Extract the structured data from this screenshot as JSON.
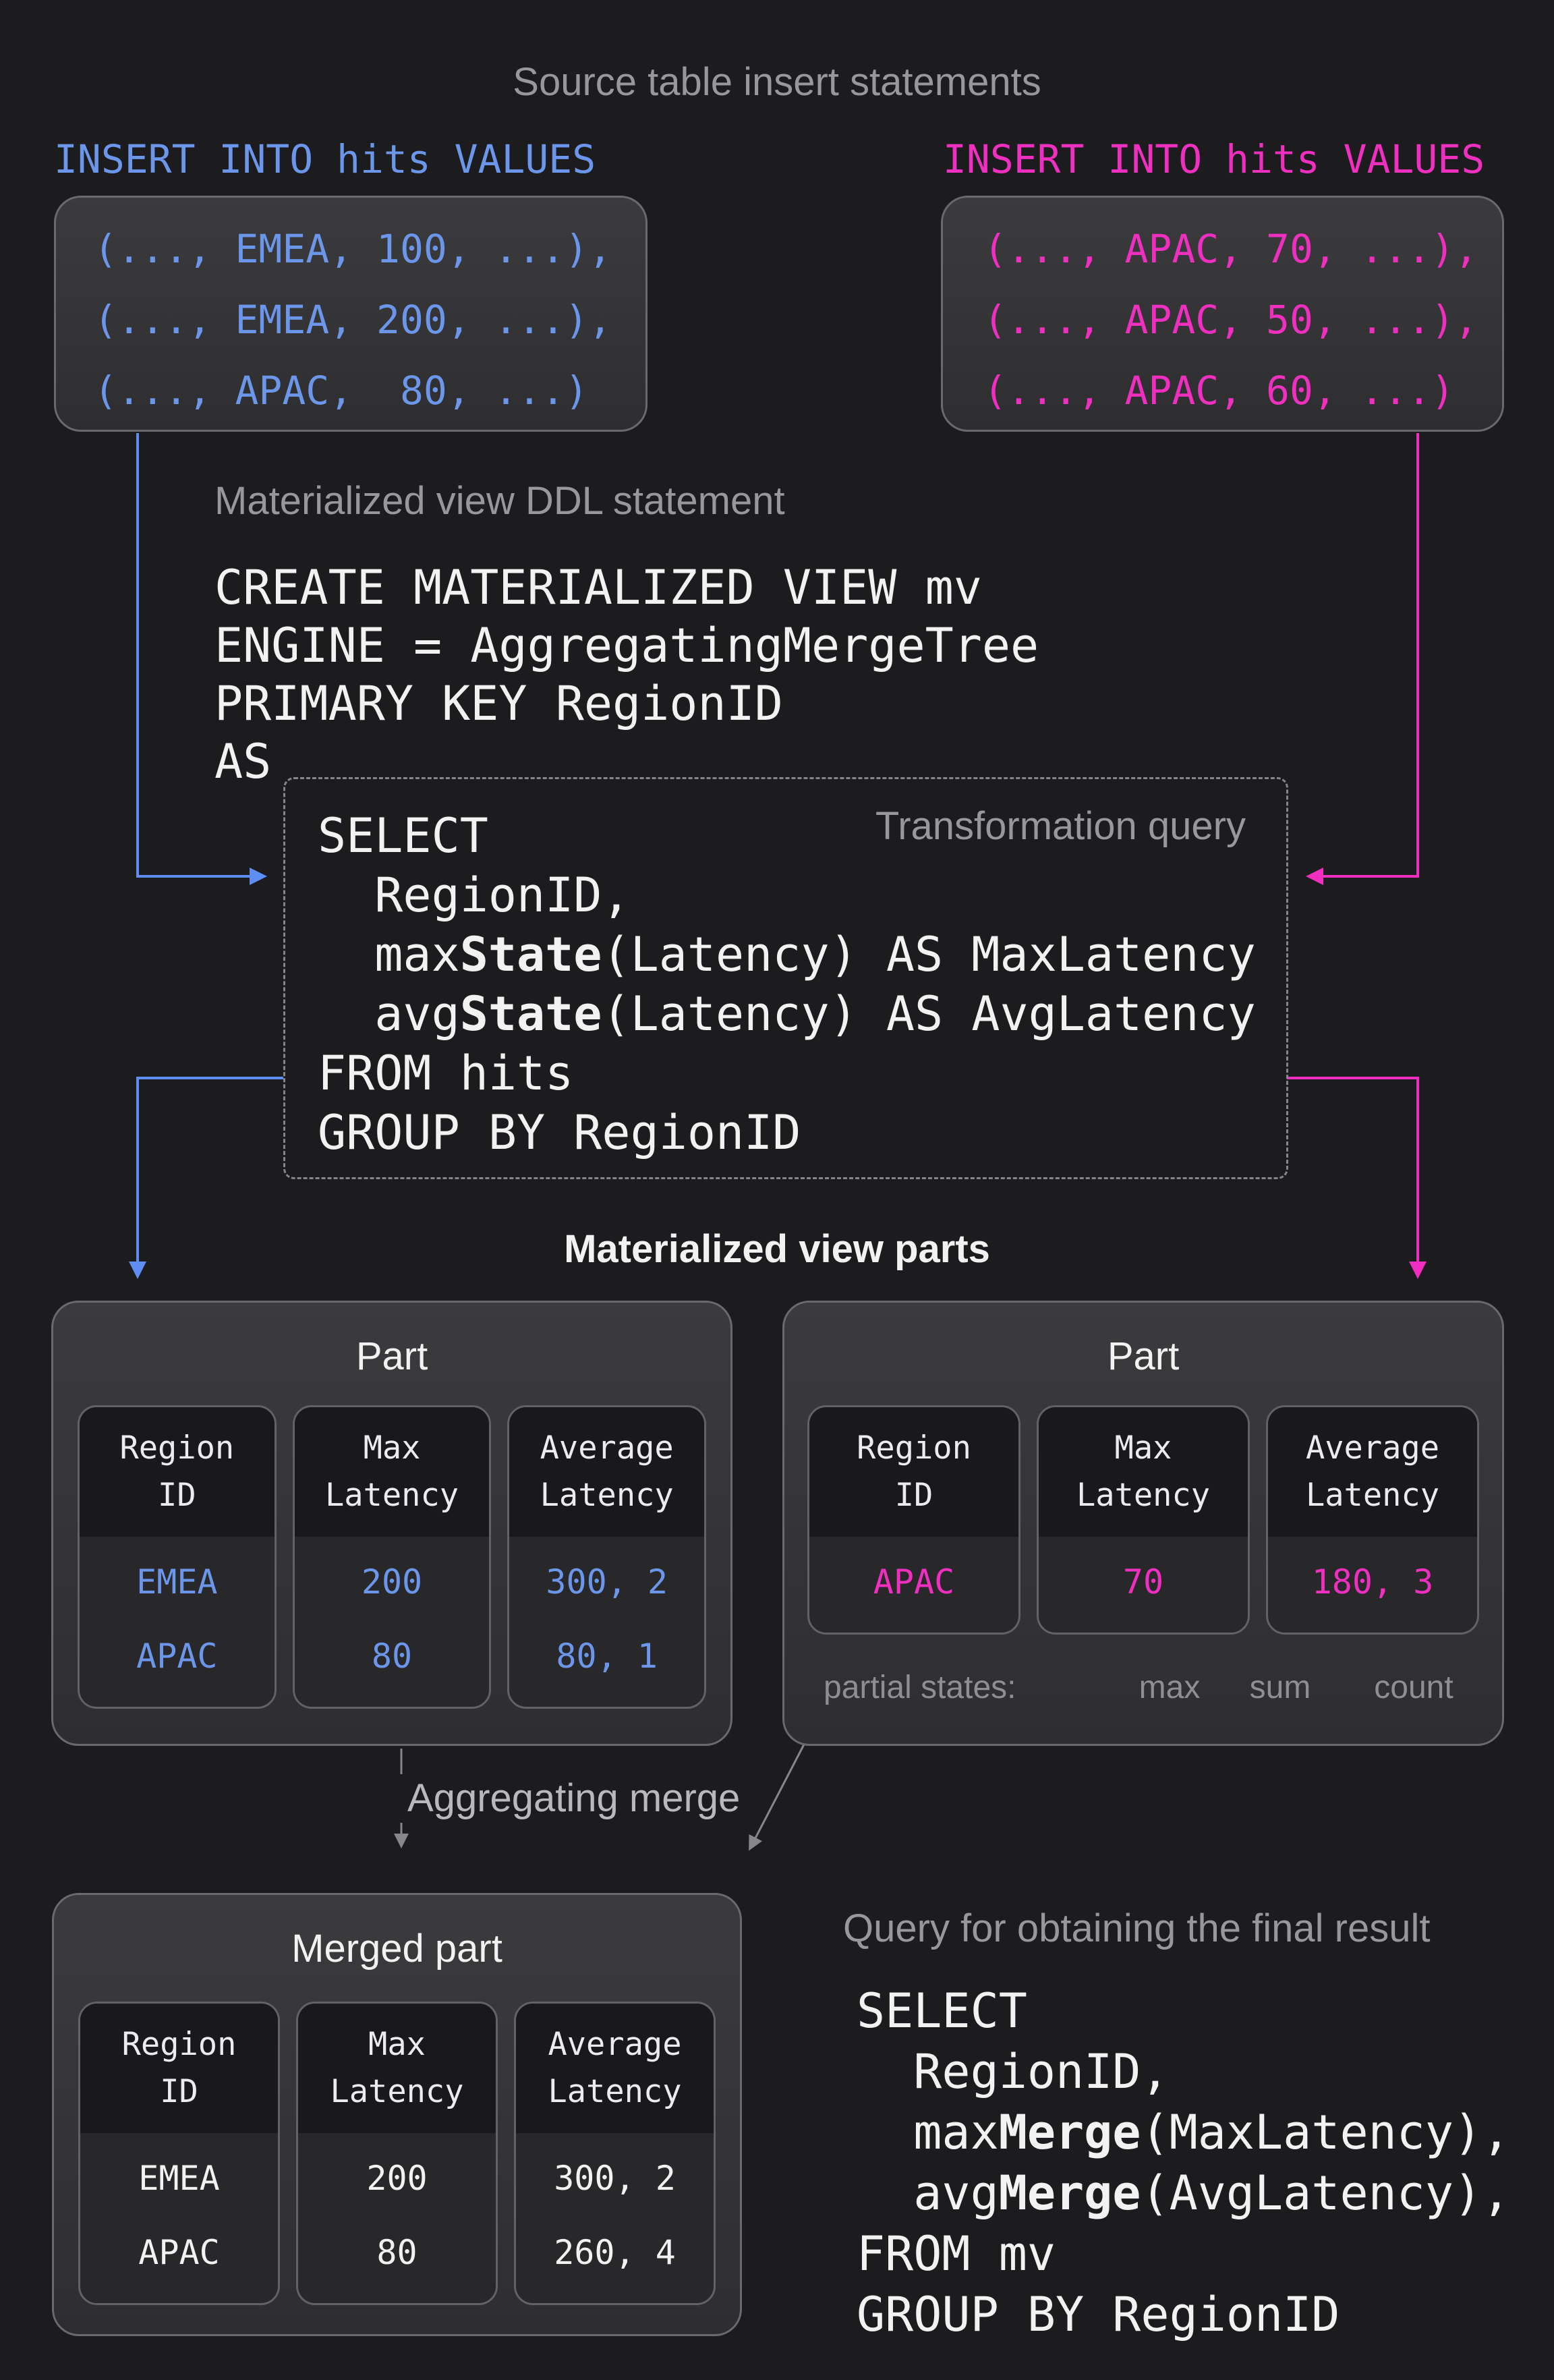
{
  "colors": {
    "background": "#1c1c1e",
    "panel_gray": "#3a3a3c",
    "accent_blue": "#6b96ea",
    "accent_magenta": "#ee2fbf",
    "muted_gray_text": "#97979c",
    "white_text": "#f2f2f3"
  },
  "header": {
    "title": "Source table insert statements"
  },
  "insert_left": {
    "label": "INSERT INTO hits VALUES",
    "rows": [
      "(..., EMEA, 100, ...),",
      "(..., EMEA, 200, ...),",
      "(..., APAC,  80, ...)"
    ]
  },
  "insert_right": {
    "label": "INSERT INTO hits VALUES",
    "rows": [
      "(..., APAC, 70, ...),",
      "(..., APAC, 50, ...),",
      "(..., APAC, 60, ...)"
    ]
  },
  "ddl": {
    "title": "Materialized view DDL statement",
    "lines": [
      "CREATE MATERIALIZED VIEW mv",
      "ENGINE = AggregatingMergeTree",
      "PRIMARY KEY RegionID",
      "AS"
    ]
  },
  "transform": {
    "title": "Transformation query",
    "lines": [
      "SELECT",
      "  RegionID,",
      [
        {
          "t": "  max"
        },
        {
          "t": "State",
          "b": true
        },
        {
          "t": "(Latency) AS MaxLatency"
        }
      ],
      [
        {
          "t": "  avg"
        },
        {
          "t": "State",
          "b": true
        },
        {
          "t": "(Latency) AS AvgLatency"
        }
      ],
      "FROM hits",
      "GROUP BY RegionID"
    ]
  },
  "parts": {
    "label": "Materialized view parts",
    "left": {
      "title": "Part",
      "headers": [
        "Region\nID",
        "Max\nLatency",
        "Average\nLatency"
      ],
      "rows": [
        [
          "EMEA",
          "200",
          "300, 2"
        ],
        [
          "APAC",
          "80",
          "80, 1"
        ]
      ]
    },
    "right": {
      "title": "Part",
      "headers": [
        "Region\nID",
        "Max\nLatency",
        "Average\nLatency"
      ],
      "rows": [
        [
          "APAC",
          "70",
          "180, 3"
        ]
      ],
      "annotation": {
        "label": "partial states:",
        "items": [
          "max",
          "sum",
          "count"
        ]
      }
    }
  },
  "merge": {
    "label": "Aggregating merge"
  },
  "merged": {
    "title": "Merged part",
    "headers": [
      "Region\nID",
      "Max\nLatency",
      "Average\nLatency"
    ],
    "rows": [
      [
        "EMEA",
        "200",
        "300, 2"
      ],
      [
        "APAC",
        "80",
        "260, 4"
      ]
    ]
  },
  "final_query": {
    "title": "Query for obtaining the final result",
    "lines": [
      "SELECT",
      "  RegionID,",
      [
        {
          "t": "  max"
        },
        {
          "t": "Merge",
          "b": true
        },
        {
          "t": "(MaxLatency),"
        }
      ],
      [
        {
          "t": "  avg"
        },
        {
          "t": "Merge",
          "b": true
        },
        {
          "t": "(AvgLatency),"
        }
      ],
      "FROM mv",
      "GROUP BY RegionID"
    ]
  }
}
